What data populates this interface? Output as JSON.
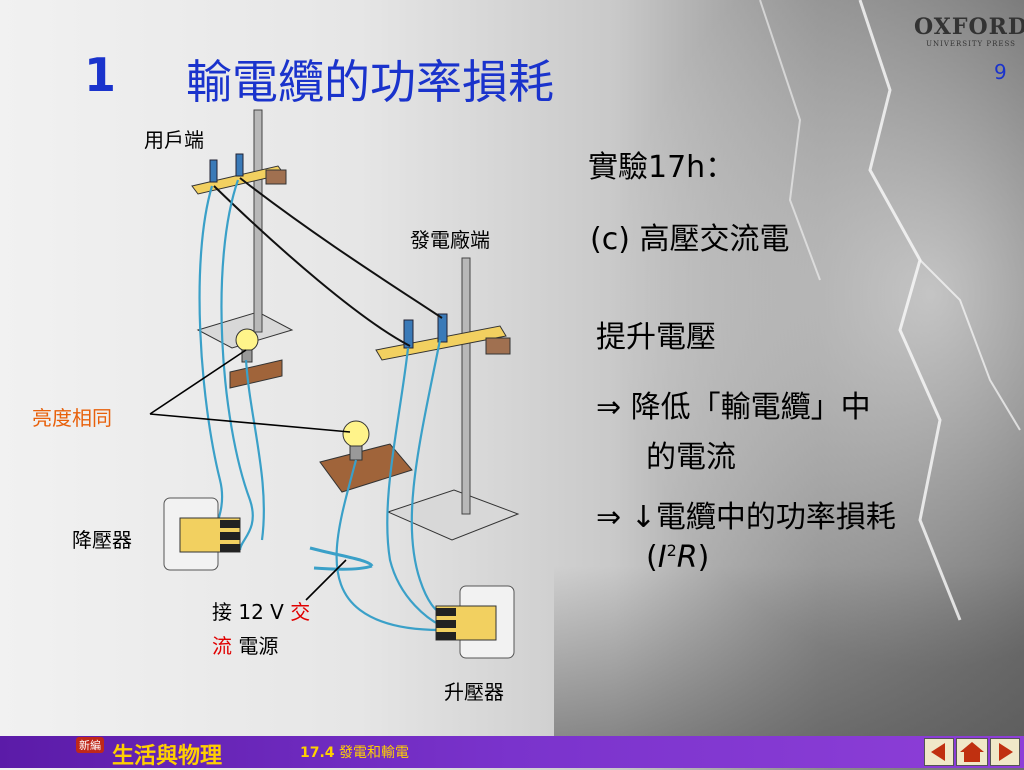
{
  "slide": {
    "title_number": "1",
    "title": "輸電纜的功率損耗",
    "page_number": "9",
    "logo_main": "OXFORD",
    "logo_sub": "UNIVERSITY PRESS"
  },
  "experiment": {
    "heading": "實驗17h：",
    "subheading": "(c) 高壓交流電",
    "point1": "提升電壓",
    "arrow": "⇒",
    "point2_line1": "降低「輸電纜」中",
    "point2_line2": "的電流",
    "down_arrow": "↓",
    "point3_line1": "電纜中的功率損耗",
    "point3_open": "(",
    "point3_I": "I",
    "point3_sup": "2",
    "point3_R": "R",
    "point3_close": ")"
  },
  "diagram_labels": {
    "consumer_end": "用戶端",
    "power_station_end": "發電廠端",
    "same_brightness": "亮度相同",
    "step_down": "降壓器",
    "supply_a": "接 12 V ",
    "supply_b": "交",
    "supply_c": "流",
    "supply_d": " 電源",
    "step_up": "升壓器"
  },
  "footer": {
    "brand_badge": "新編",
    "brand": "生活與物理",
    "section_num": "17.4",
    "section_title": "發電和輸電"
  },
  "colors": {
    "title": "#1a33cc",
    "highlight_orange": "#e8600a",
    "highlight_red": "#e00000",
    "footer_bar": "#7a33cc"
  }
}
